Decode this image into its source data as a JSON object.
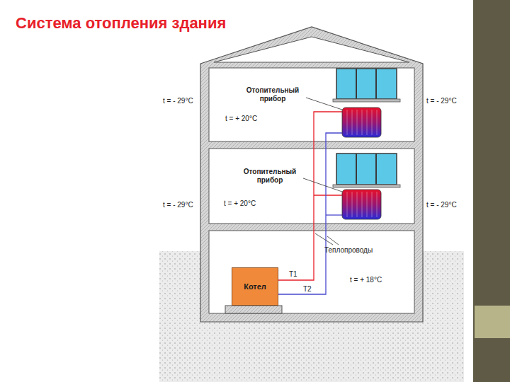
{
  "diagram": {
    "title": "Система отопления здания",
    "nodes": [
      {
        "text": [
          "Котел"
        ]
      }
    ],
    "labels": [
      "Отопительный прибор",
      "t = - 29°C",
      "t = - 29°C",
      "t = + 20°C",
      "Отопительный прибор",
      "t = - 29°C",
      "t = + 20°C",
      "t = - 29°C",
      "Теплопроводы",
      "T1",
      "T2",
      "t = + 18°C"
    ]
  }
}
